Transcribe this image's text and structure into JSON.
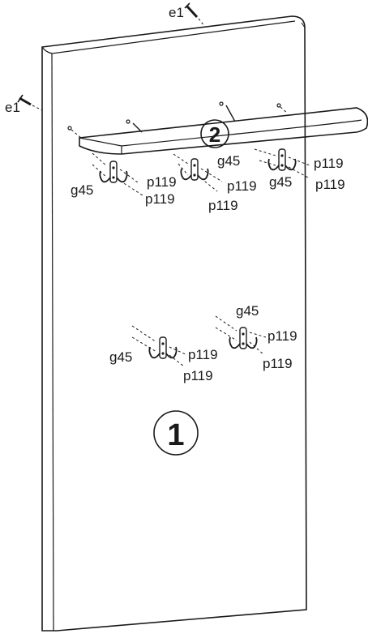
{
  "diagram": {
    "part_numbers": {
      "panel": "1",
      "shelf": "2"
    },
    "screw_label": "e1",
    "hook_label": "g45",
    "pin_label": "p119"
  }
}
